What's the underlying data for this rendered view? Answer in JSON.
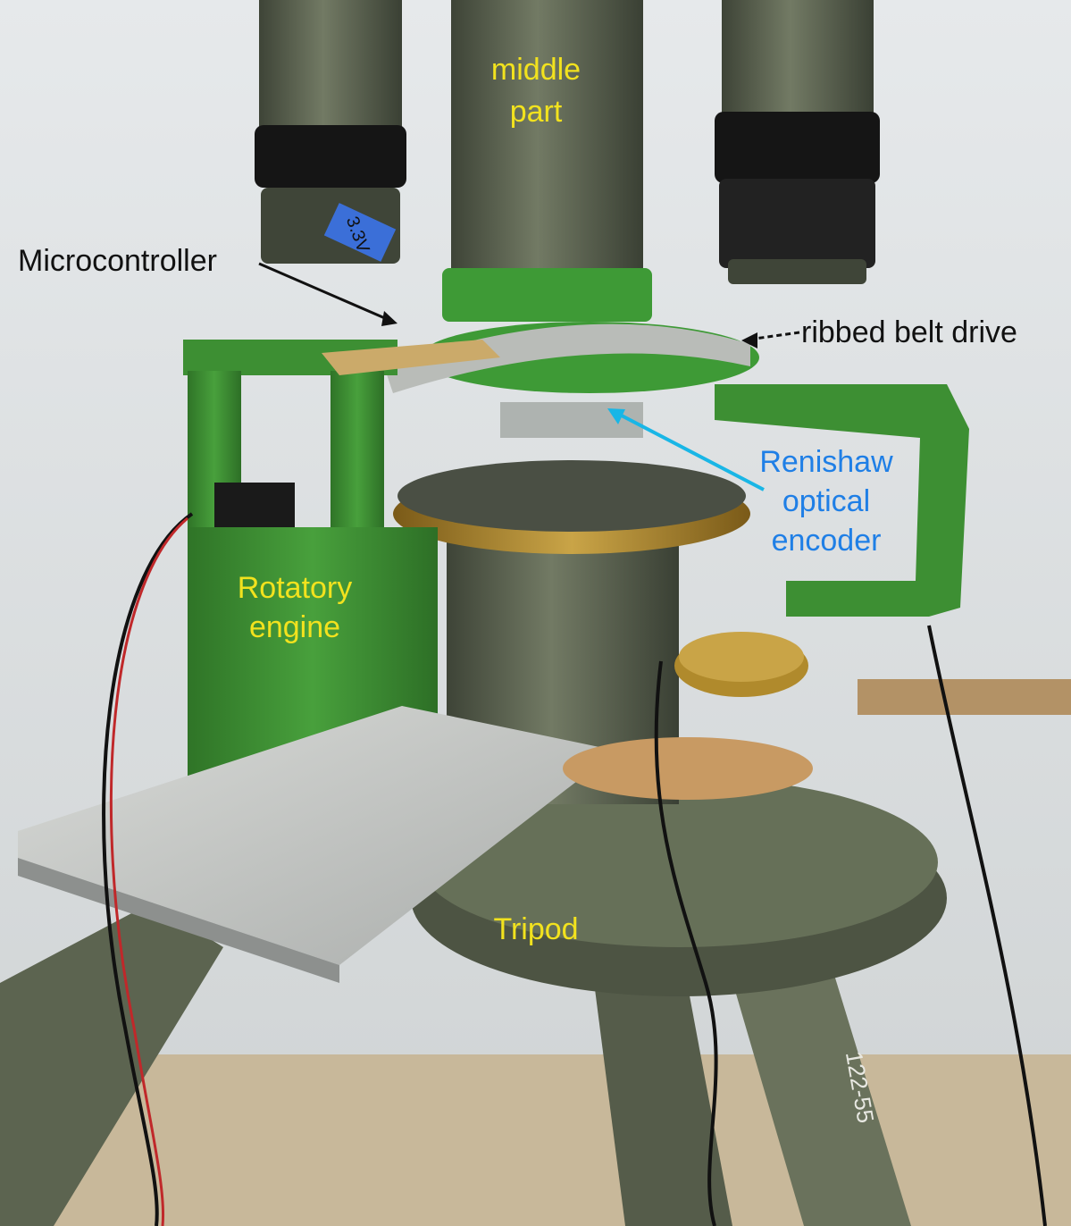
{
  "labels": {
    "middle_part_line1": "middle",
    "middle_part_line2": "part",
    "microcontroller": "Microcontroller",
    "ribbed_belt_drive": "ribbed belt drive",
    "renishaw_line1": "Renishaw",
    "renishaw_line2": "optical",
    "renishaw_line3": "encoder",
    "rotatory_line1": "Rotatory",
    "rotatory_line2": "engine",
    "tripod": "Tripod",
    "leg_marking": "122-55",
    "tag_text": "3.3V"
  },
  "colors": {
    "label_yellow": "#f2e21e",
    "label_blue": "#1f7fe6",
    "label_black": "#111111",
    "arrow_cyan": "#19b6e6",
    "printed_green": "#3d8f33",
    "olive_metal": "#5a604d",
    "aluminium": "#c9cbc8",
    "brass": "#b08a2c",
    "wall": "#dfe2e4"
  },
  "icons": {
    "microcontroller_arrow": "arrow-pointer",
    "belt_arrow": "arrow-pointer",
    "encoder_arrow": "arrow-pointer"
  }
}
